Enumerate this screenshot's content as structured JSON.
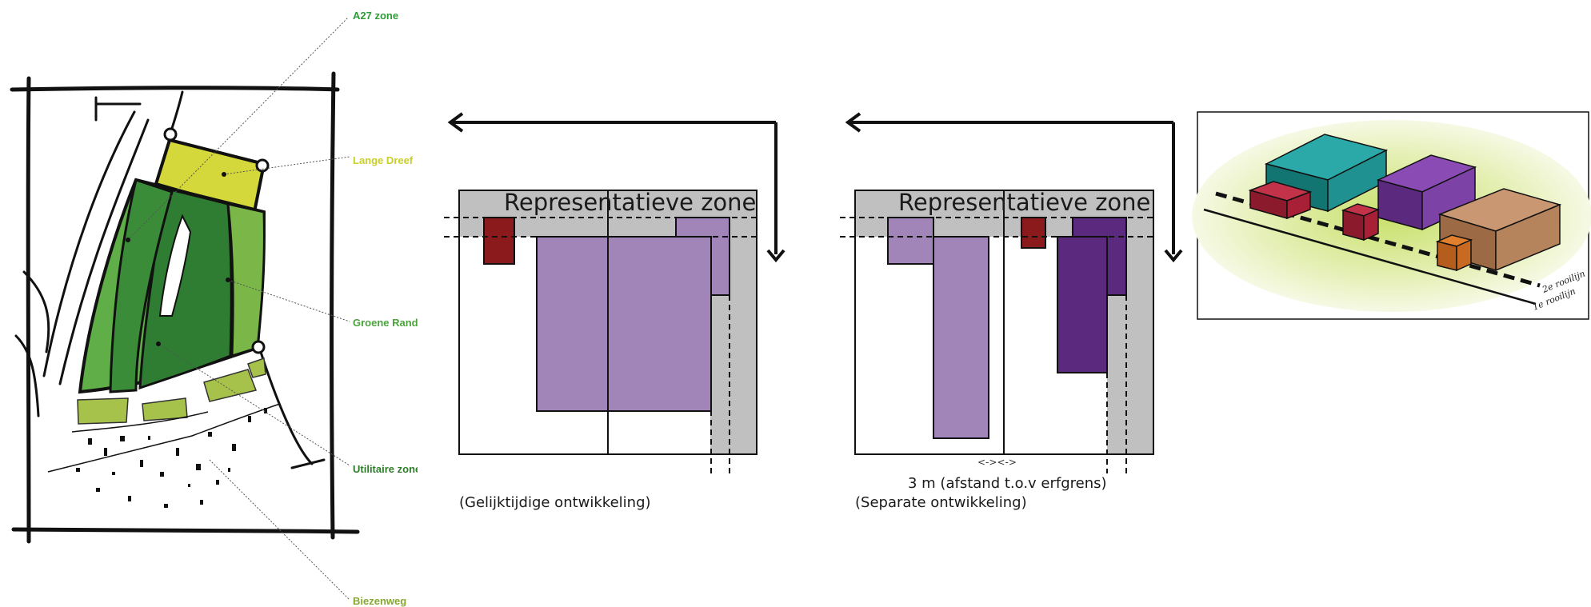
{
  "sketch": {
    "labels": [
      {
        "text": "A27 zone",
        "color": "#2e9a36"
      },
      {
        "text": "Lange Dreef",
        "color": "#c9cf2a"
      },
      {
        "text": "Groene Rand",
        "color": "#4aa53a"
      },
      {
        "text": "Utilitaire zone",
        "color": "#2e7d2a"
      },
      {
        "text": "Biezenweg",
        "color": "#86a832"
      }
    ]
  },
  "diagram_left": {
    "zone_label": "Representatieve zone",
    "caption": "(Gelijktijdige ontwikkeling)"
  },
  "diagram_right": {
    "zone_label": "Representatieve zone",
    "dimension_marks": "<-><->",
    "distance_note": "3 m (afstand t.o.v erfgrens)",
    "caption": "(Separate ontwikkeling)"
  },
  "iso_view": {
    "road_labels": [
      "2e rooilijn",
      "1e rooilijn"
    ]
  },
  "colors": {
    "grey_zone": "#c0c0c0",
    "lilac": "#a184b8",
    "purple": "#5b2a7e",
    "dark_red": "#8b1a1c",
    "green_dark": "#2e7d32",
    "green_mid": "#4e9a3c",
    "green_light": "#7ab648",
    "yellow_green": "#d4d83a"
  }
}
